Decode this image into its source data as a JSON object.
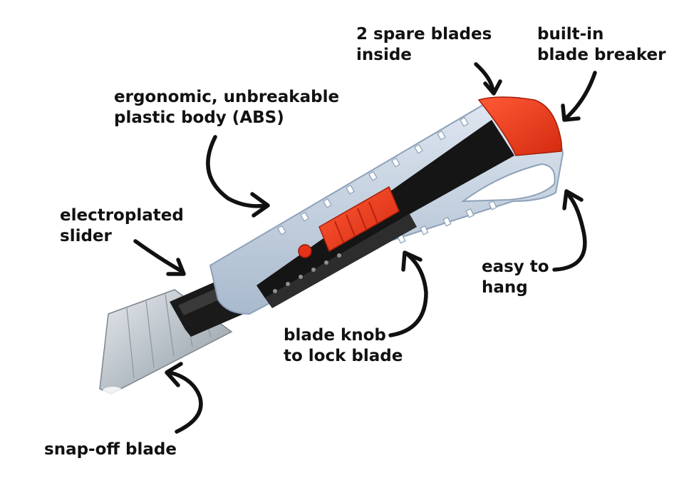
{
  "labels": {
    "spare_blades": {
      "line1": "2 spare blades",
      "line2": "inside"
    },
    "blade_breaker": {
      "line1": "built-in",
      "line2": "blade breaker"
    },
    "plastic_body": {
      "line1": "ergonomic, unbreakable",
      "line2": "plastic body (ABS)"
    },
    "slider": {
      "line1": "electroplated",
      "line2": "slider"
    },
    "hang": {
      "line1": "easy to",
      "line2": "hang"
    },
    "knob": {
      "line1": "blade knob",
      "line2": "to lock blade"
    },
    "blade": {
      "line1": "snap-off blade"
    }
  },
  "colors": {
    "body": "#c9d6e6",
    "body_shadow": "#9eb0c6",
    "accent": "#ee3a1c",
    "slot": "#141414",
    "blade": "#c6cdd3",
    "arrow": "#111111",
    "text": "#111111"
  }
}
